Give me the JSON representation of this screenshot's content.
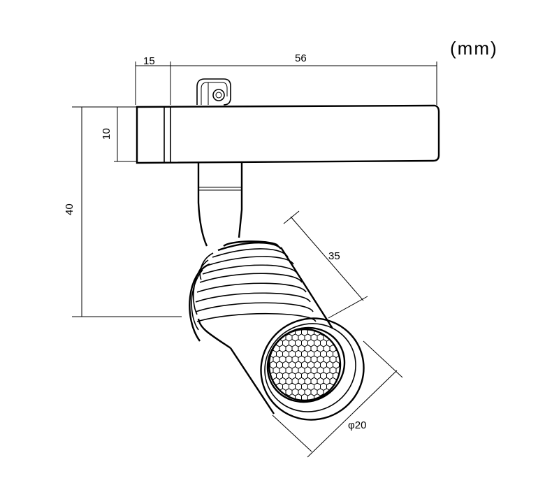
{
  "unit_label": "(mm)",
  "dimensions": {
    "width_mount": "15",
    "width_total": "56",
    "height_adapter": "10",
    "height_total": "40",
    "body_length": "35",
    "lens_diameter": "φ20"
  }
}
